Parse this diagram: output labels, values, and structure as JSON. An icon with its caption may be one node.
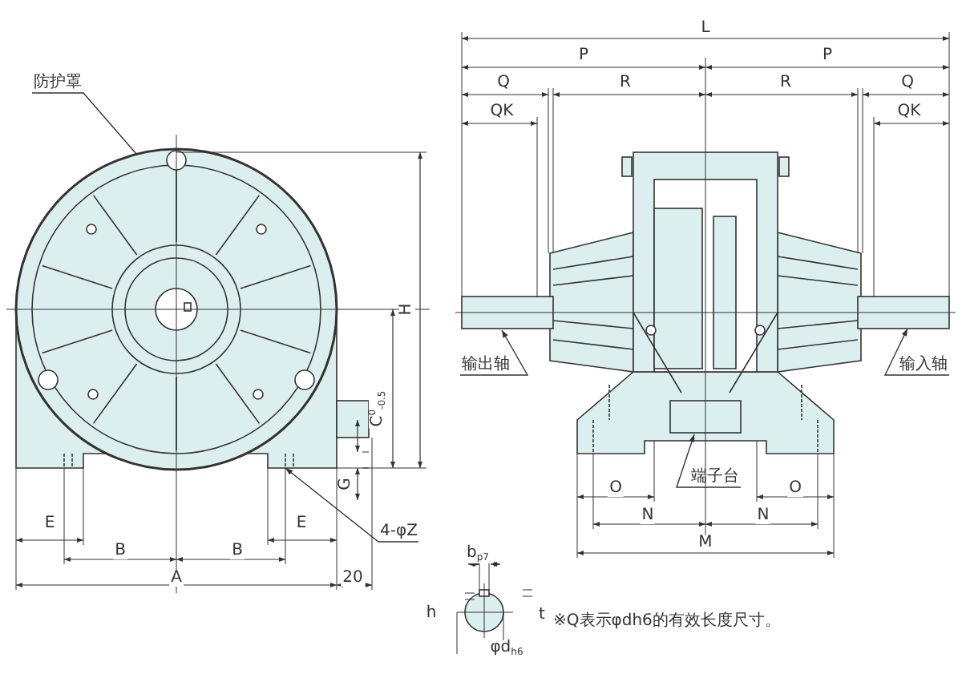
{
  "diagram": {
    "nodes": [
      {
        "text": [
          "防护罩"
        ]
      },
      {
        "text": [
          "4-φZ"
        ]
      },
      {
        "text": [
          "输出轴"
        ]
      },
      {
        "text": [
          "输入轴"
        ]
      },
      {
        "text": [
          "端子台"
        ]
      }
    ],
    "edges": [
      {
        "from": 0,
        "to": null,
        "arrow": "none"
      },
      {
        "from": 1,
        "to": null,
        "arrow": "to"
      },
      {
        "from": 2,
        "to": null,
        "arrow": "to"
      },
      {
        "from": 3,
        "to": null,
        "arrow": "to"
      },
      {
        "from": 4,
        "to": null,
        "arrow": "to"
      }
    ],
    "labels": [
      "L",
      "P",
      "P",
      "Q",
      "R",
      "R",
      "Q",
      "QK",
      "QK",
      "H",
      "C$^{0}$$_{-0.5}$",
      "G",
      "E",
      "E",
      "B",
      "B",
      "A",
      "20",
      "O",
      "O",
      "N",
      "N",
      "M",
      "b$_{p7}$",
      "h",
      "t",
      "φd$_{h6}$",
      "※Q表示φdh6的有效长度尺寸。"
    ]
  }
}
